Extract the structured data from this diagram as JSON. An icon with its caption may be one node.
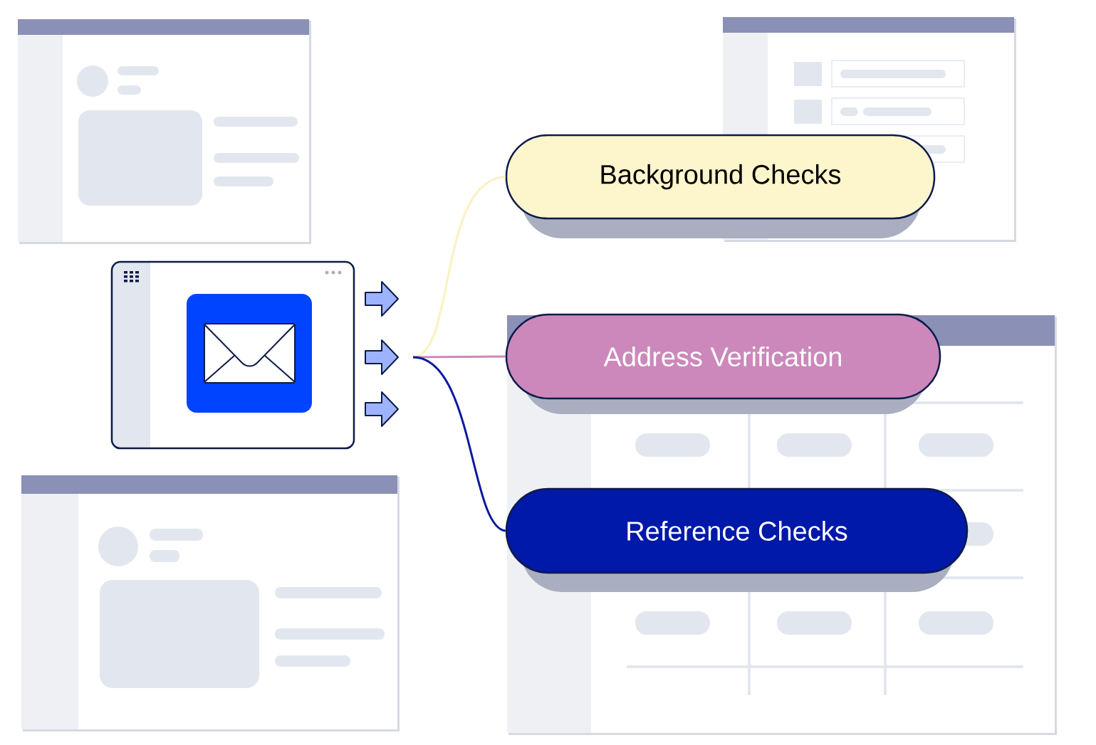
{
  "diagram": {
    "nodes": [
      {
        "text": [
          "Background Checks"
        ]
      },
      {
        "text": [
          "Address Verification"
        ]
      },
      {
        "text": [
          "Reference Checks"
        ]
      }
    ],
    "edges": [
      {
        "from": null,
        "to": 0,
        "arrow": "none",
        "color": "#fcf1c0"
      },
      {
        "from": null,
        "to": 1,
        "arrow": "none",
        "color": "#cc88bb"
      },
      {
        "from": null,
        "to": 2,
        "arrow": "none",
        "color": "#0a1aa0"
      }
    ]
  }
}
